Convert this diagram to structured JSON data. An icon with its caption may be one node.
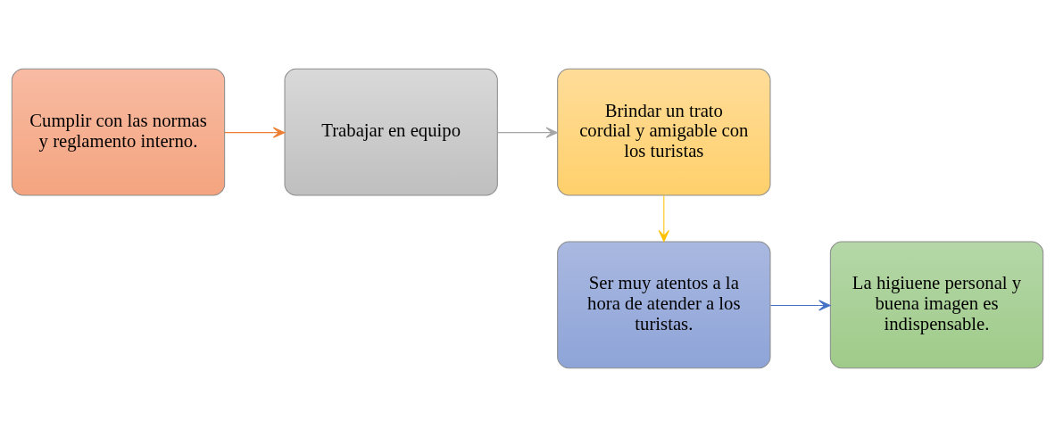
{
  "diagram": {
    "nodes": [
      {
        "text": [
          "Cumplir con las normas y reglamento interno."
        ]
      },
      {
        "text": [
          "Trabajar en equipo"
        ]
      },
      {
        "text": [
          "Brindar un trato cordial y amigable con los turistas"
        ]
      },
      {
        "text": [
          "Ser muy atentos a la hora de atender a los turistas."
        ]
      },
      {
        "text": [
          "La higiuene personal y buena imagen es indispensable."
        ]
      }
    ],
    "edges": [
      {
        "from": 0,
        "to": 1,
        "arrow": "to",
        "color": "#ed7d31"
      },
      {
        "from": 1,
        "to": 2,
        "arrow": "to",
        "color": "#a5a5a5"
      },
      {
        "from": 2,
        "to": 3,
        "arrow": "to",
        "color": "#ffc000"
      },
      {
        "from": 3,
        "to": 4,
        "arrow": "to",
        "color": "#4472c4"
      }
    ]
  }
}
